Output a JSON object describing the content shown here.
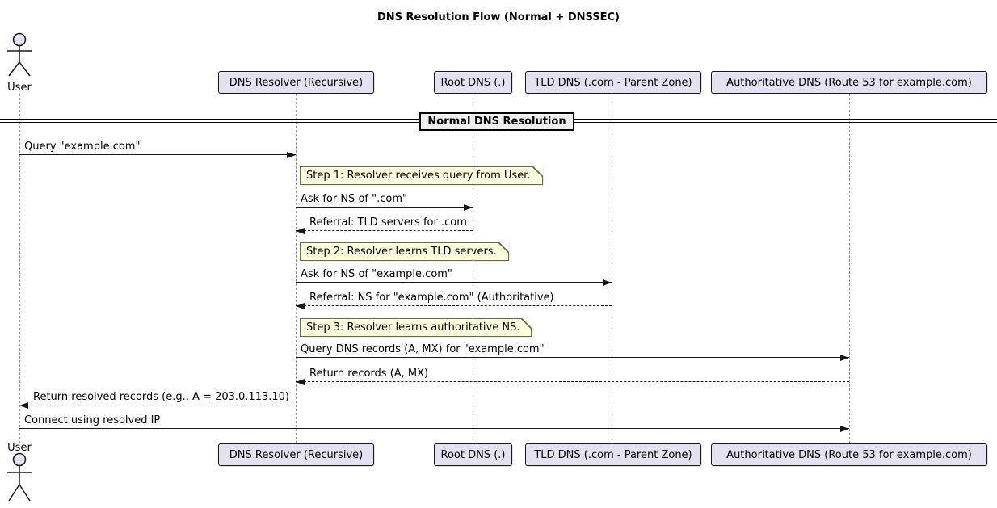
{
  "title": "DNS Resolution Flow (Normal + DNSSEC)",
  "actor": {
    "label": "User"
  },
  "participants": [
    {
      "label": "DNS Resolver (Recursive)"
    },
    {
      "label": "Root DNS (.)"
    },
    {
      "label": "TLD DNS (.com - Parent Zone)"
    },
    {
      "label": "Authoritative DNS (Route 53 for example.com)"
    }
  ],
  "divider": {
    "label": "Normal DNS Resolution"
  },
  "messages": [
    {
      "label": "Query \"example.com\"",
      "from": "User",
      "to": "DNS Resolver (Recursive)",
      "line": "solid"
    },
    {
      "label": "Ask for NS of \".com\"",
      "from": "DNS Resolver (Recursive)",
      "to": "Root DNS (.)",
      "line": "solid"
    },
    {
      "label": "Referral: TLD servers for .com",
      "from": "Root DNS (.)",
      "to": "DNS Resolver (Recursive)",
      "line": "dashed"
    },
    {
      "label": "Ask for NS of \"example.com\"",
      "from": "DNS Resolver (Recursive)",
      "to": "TLD DNS (.com - Parent Zone)",
      "line": "solid"
    },
    {
      "label": "Referral: NS for \"example.com\" (Authoritative)",
      "from": "TLD DNS (.com - Parent Zone)",
      "to": "DNS Resolver (Recursive)",
      "line": "dashed"
    },
    {
      "label": "Query DNS records (A, MX) for \"example.com\"",
      "from": "DNS Resolver (Recursive)",
      "to": "Authoritative DNS (Route 53 for example.com)",
      "line": "solid"
    },
    {
      "label": "Return records (A, MX)",
      "from": "Authoritative DNS (Route 53 for example.com)",
      "to": "DNS Resolver (Recursive)",
      "line": "dashed"
    },
    {
      "label": "Return resolved records (e.g., A = 203.0.113.10)",
      "from": "DNS Resolver (Recursive)",
      "to": "User",
      "line": "dashed"
    },
    {
      "label": "Connect using resolved IP",
      "from": "User",
      "to": "Authoritative DNS (Route 53 for example.com)",
      "line": "solid"
    }
  ],
  "notes": [
    {
      "label": "Step 1: Resolver receives query from User."
    },
    {
      "label": "Step 2: Resolver learns TLD servers."
    },
    {
      "label": "Step 3: Resolver learns authoritative NS."
    }
  ],
  "colors": {
    "participant_fill": "#E2E2F0",
    "participant_border": "#181818",
    "note_fill": "#FEFFDD",
    "divider_fill": "#EEEEEE",
    "line": "#181818",
    "lifeline": "#999999"
  }
}
